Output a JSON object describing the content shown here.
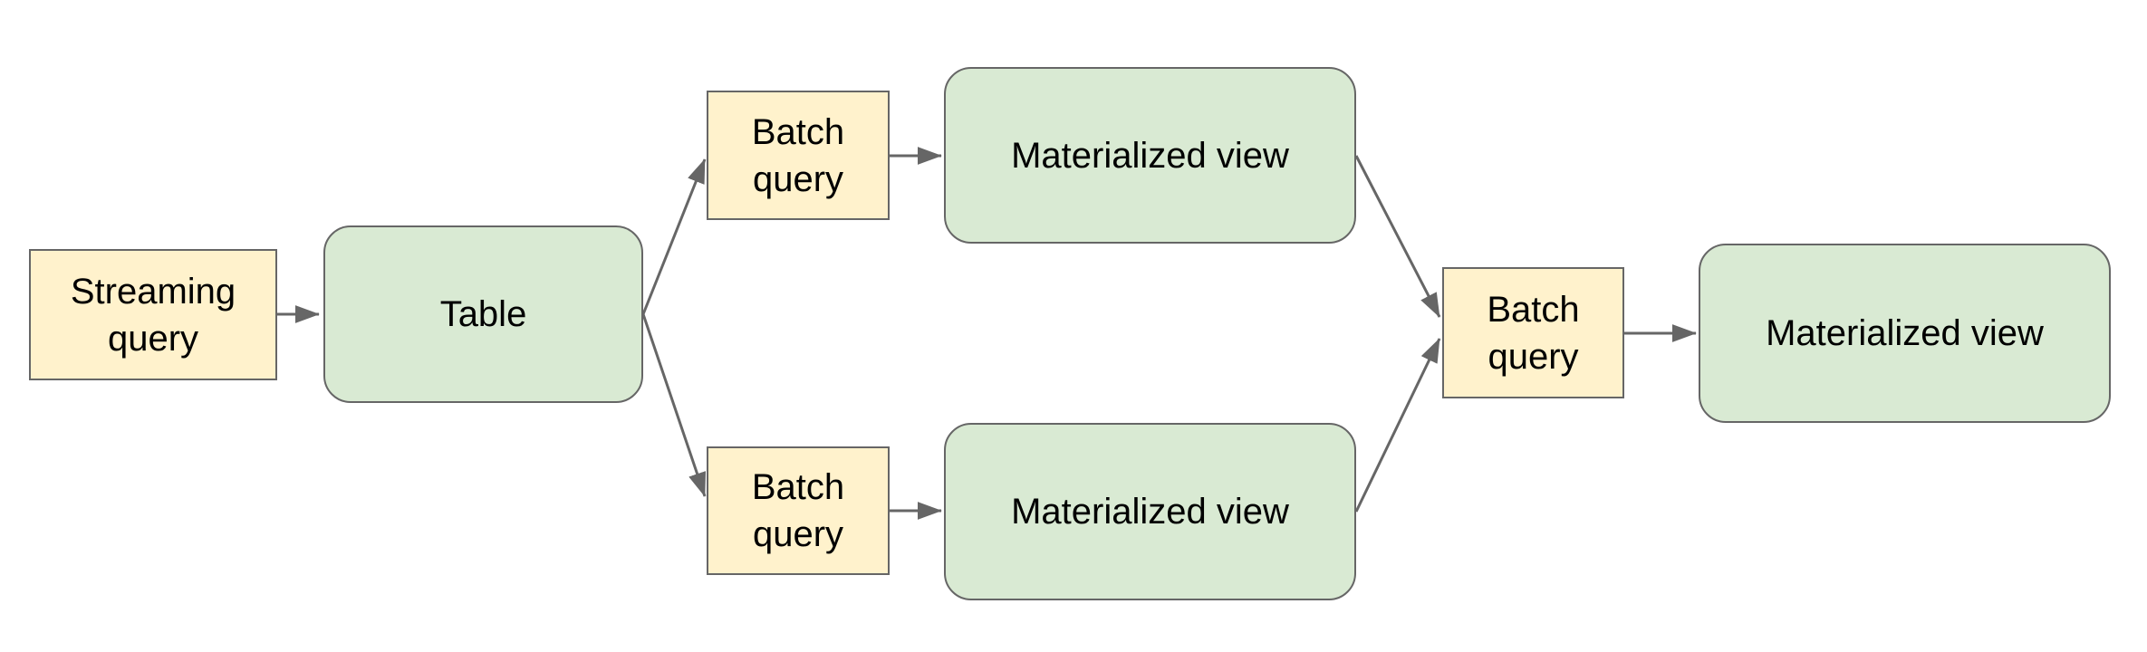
{
  "diagram": {
    "background": "#ffffff",
    "colors": {
      "query_box_fill": "#fff2cc",
      "table_view_box_fill": "#d9ead3",
      "box_border": "#666666",
      "arrow": "#666666",
      "text": "#000000"
    },
    "nodes": [
      {
        "id": "streaming-query",
        "label": "Streaming query",
        "shape": "rectangle",
        "fill": "#fff2cc"
      },
      {
        "id": "table",
        "label": "Table",
        "shape": "rounded-rectangle",
        "fill": "#d9ead3"
      },
      {
        "id": "batch-query-top",
        "label": "Batch query",
        "shape": "rectangle",
        "fill": "#fff2cc"
      },
      {
        "id": "materialized-view-top",
        "label": "Materialized view",
        "shape": "rounded-rectangle",
        "fill": "#d9ead3"
      },
      {
        "id": "batch-query-bottom",
        "label": "Batch query",
        "shape": "rectangle",
        "fill": "#fff2cc"
      },
      {
        "id": "materialized-view-bottom",
        "label": "Materialized view",
        "shape": "rounded-rectangle",
        "fill": "#d9ead3"
      },
      {
        "id": "batch-query-right",
        "label": "Batch query",
        "shape": "rectangle",
        "fill": "#fff2cc"
      },
      {
        "id": "materialized-view-right",
        "label": "Materialized view",
        "shape": "rounded-rectangle",
        "fill": "#d9ead3"
      }
    ],
    "edges": [
      {
        "from": "streaming-query",
        "to": "table"
      },
      {
        "from": "table",
        "to": "batch-query-top"
      },
      {
        "from": "table",
        "to": "batch-query-bottom"
      },
      {
        "from": "batch-query-top",
        "to": "materialized-view-top"
      },
      {
        "from": "batch-query-bottom",
        "to": "materialized-view-bottom"
      },
      {
        "from": "materialized-view-top",
        "to": "batch-query-right"
      },
      {
        "from": "materialized-view-bottom",
        "to": "batch-query-right"
      },
      {
        "from": "batch-query-right",
        "to": "materialized-view-right"
      }
    ]
  }
}
